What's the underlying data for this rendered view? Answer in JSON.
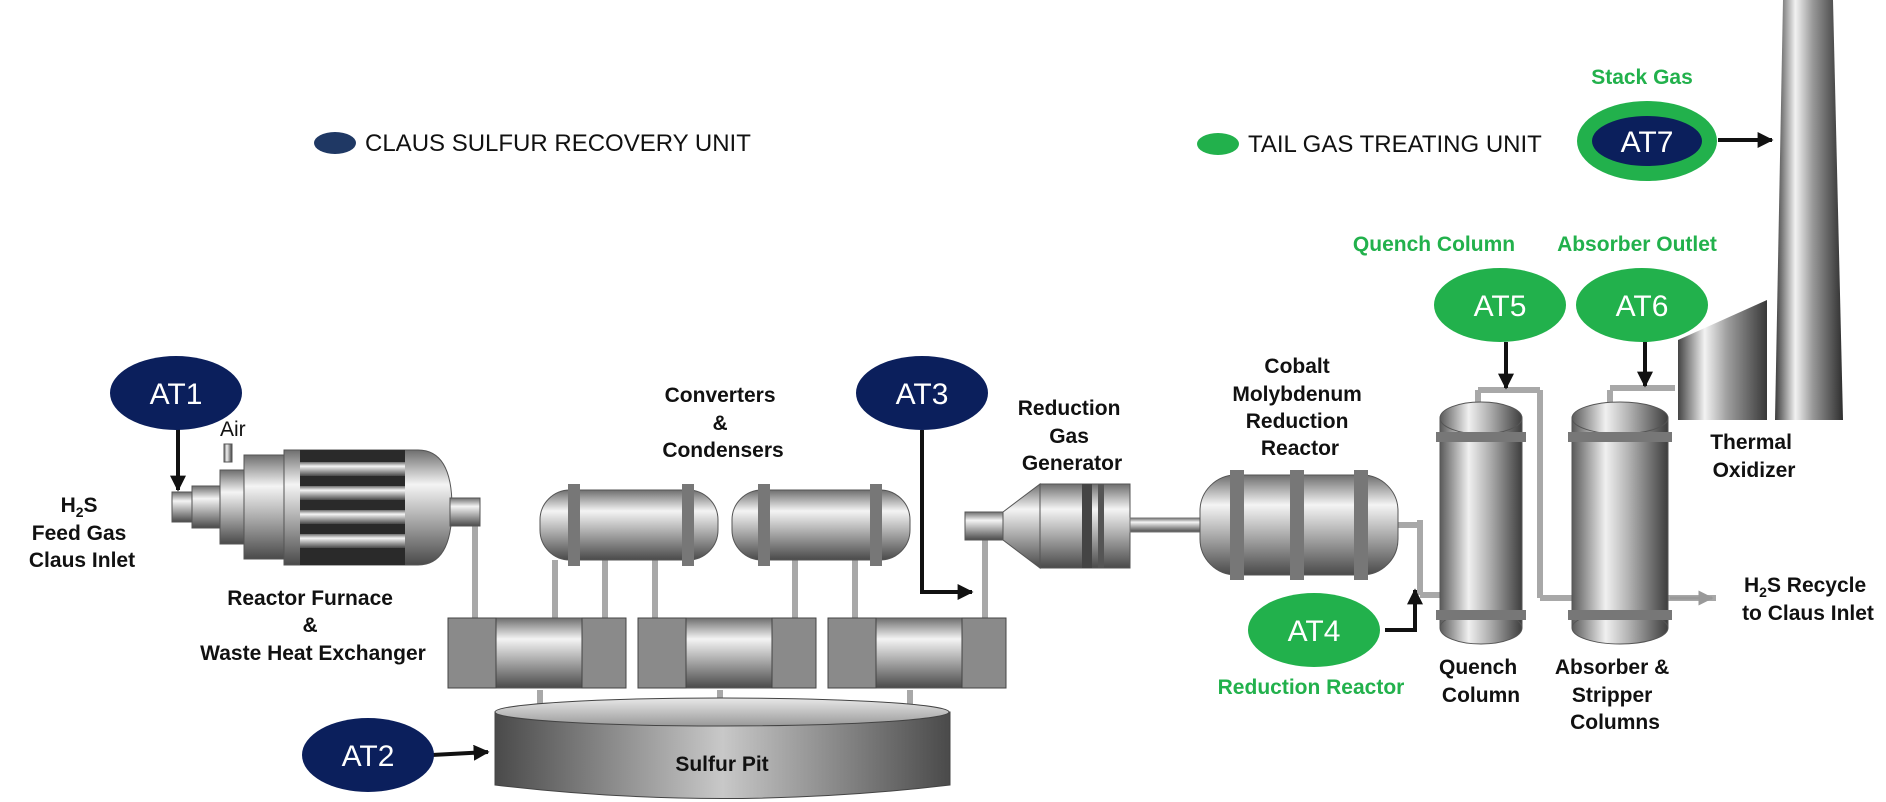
{
  "legend": {
    "claus": {
      "label": "CLAUS SULFUR RECOVERY UNIT",
      "color": "#1f3864"
    },
    "tgtu": {
      "label": "TAIL GAS TREATING UNIT",
      "color": "#22b14c"
    }
  },
  "analyzers": {
    "at1": "AT1",
    "at2": "AT2",
    "at3": "AT3",
    "at4": "AT4",
    "at5": "AT5",
    "at6": "AT6",
    "at7": "AT7"
  },
  "labels": {
    "feed_h": "H",
    "feed_sub": "2",
    "feed_s": "S",
    "feed_line2": "Feed Gas",
    "feed_line3": "Claus Inlet",
    "air": "Air",
    "reactor_furnace_1": "Reactor Furnace",
    "reactor_furnace_2": "&",
    "reactor_furnace_3": "Waste Heat Exchanger",
    "converters_1": "Converters",
    "converters_2": "&",
    "converters_3": "Condensers",
    "sulfur_pit": "Sulfur Pit",
    "rgg_1": "Reduction",
    "rgg_2": "Gas",
    "rgg_3": "Generator",
    "cobalt_1": "Cobalt",
    "cobalt_2": "Molybdenum",
    "cobalt_3": "Reduction",
    "cobalt_4": "Reactor",
    "quench_col_1": "Quench",
    "quench_col_2": "Column",
    "absorber_1": "Absorber &",
    "absorber_2": "Stripper",
    "absorber_3": "Columns",
    "thermal_1": "Thermal",
    "thermal_2": "Oxidizer",
    "recycle_h": "H",
    "recycle_sub": "2",
    "recycle_rest": "S Recycle",
    "recycle_line2": "to Claus Inlet"
  },
  "green_labels": {
    "stack_gas": "Stack Gas",
    "quench_column": "Quench Column",
    "absorber_outlet": "Absorber Outlet",
    "reduction_reactor": "Reduction Reactor"
  },
  "colors": {
    "claus_navy": "#0b1f5c",
    "tgtu_green": "#22b14c"
  }
}
